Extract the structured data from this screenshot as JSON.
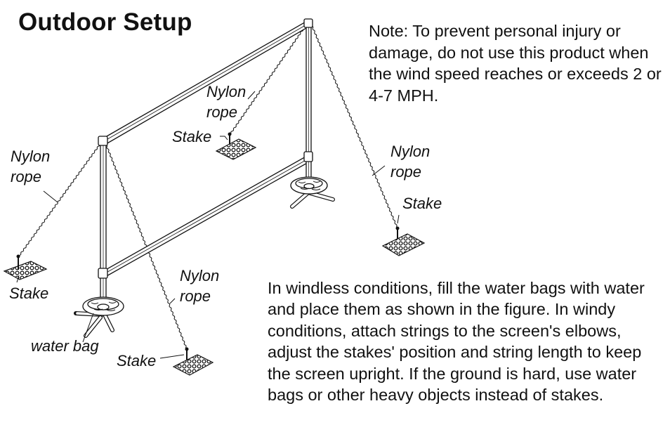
{
  "title": "Outdoor Setup",
  "note": "Note: To prevent personal injury or damage, do not use this product when the wind speed reaches or exceeds 2 or 4-7 MPH.",
  "instructions": "In windless conditions, fill the water bags with water and place them as shown in the figure. In windy conditions, attach strings to the screen's elbows, adjust the stakes' position and string length to keep the screen upright. If the ground is hard, use water bags or other heavy objects instead of stakes.",
  "labels": {
    "nylon_rope_back": [
      "Nylon",
      "rope"
    ],
    "stake_back": "Stake",
    "nylon_rope_left": [
      "Nylon",
      "rope"
    ],
    "stake_left": "Stake",
    "nylon_rope_right": [
      "Nylon",
      "rope"
    ],
    "stake_right": "Stake",
    "nylon_rope_front": [
      "Nylon",
      "rope"
    ],
    "stake_front": "Stake",
    "water_bag": "water bag"
  }
}
